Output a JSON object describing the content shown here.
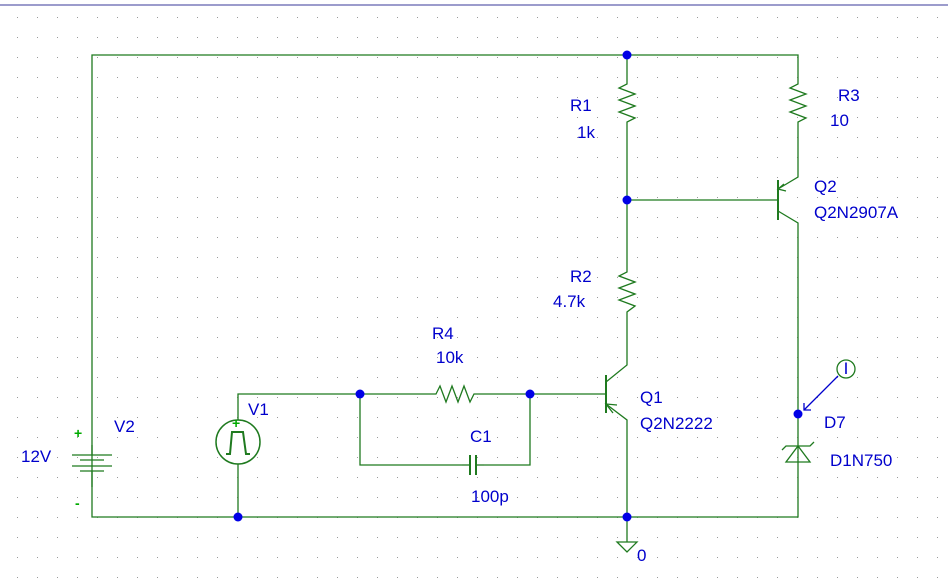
{
  "components": {
    "r1": {
      "ref": "R1",
      "value": "1k"
    },
    "r2": {
      "ref": "R2",
      "value": "4.7k"
    },
    "r3": {
      "ref": "R3",
      "value": "10"
    },
    "r4": {
      "ref": "R4",
      "value": "10k"
    },
    "c1": {
      "ref": "C1",
      "value": "100p"
    },
    "q1": {
      "ref": "Q1",
      "value": "Q2N2222"
    },
    "q2": {
      "ref": "Q2",
      "value": "Q2N2907A"
    },
    "d7": {
      "ref": "D7",
      "value": "D1N750"
    },
    "v1": {
      "ref": "V1"
    },
    "v2": {
      "ref": "V2",
      "value": "12V",
      "plus": "+",
      "minus": "-"
    },
    "ground": {
      "value": "0"
    },
    "probe": {
      "symbol": "I"
    }
  },
  "colors": {
    "wire": "#1f7a1f",
    "label": "#0000cc",
    "junction": "#0000e6",
    "pin": "#00aa00",
    "frame": "#3a3a9a",
    "grid": "#9a9a9a"
  }
}
